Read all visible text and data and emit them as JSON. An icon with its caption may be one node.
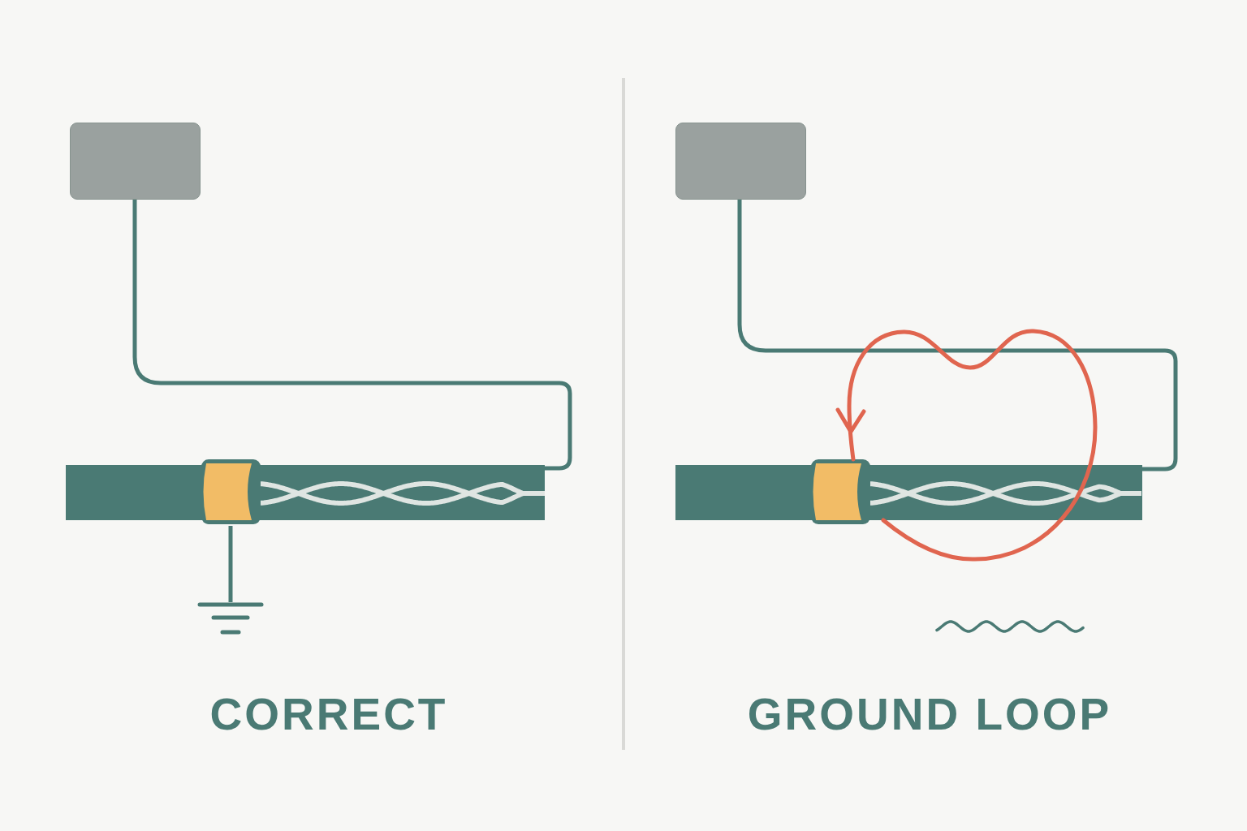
{
  "diagram": {
    "nodes": [
      {
        "text": [],
        "shape": "box"
      },
      {
        "text": [],
        "shape": "cable"
      },
      {
        "text": [],
        "shape": "ground"
      },
      {
        "text": [],
        "shape": "box"
      },
      {
        "text": [],
        "shape": "cable"
      }
    ],
    "edges": [
      {
        "from": 0,
        "to": 1,
        "arrow": "none"
      },
      {
        "from": 1,
        "to": 2,
        "arrow": "none"
      },
      {
        "from": 3,
        "to": 4,
        "arrow": "none"
      }
    ],
    "labels": [
      "CORRECT",
      "GROUND LOOP"
    ]
  }
}
